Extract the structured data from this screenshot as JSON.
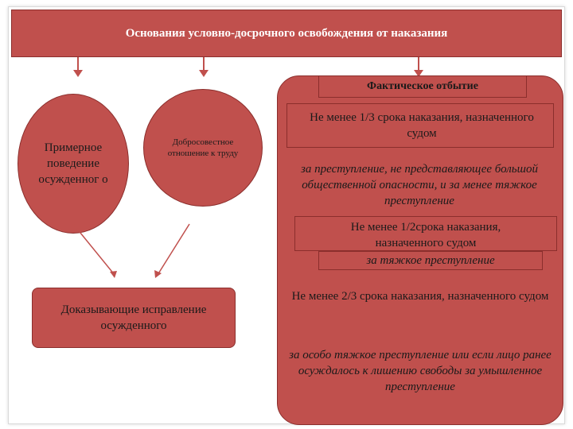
{
  "header": {
    "title": "Основания условно-досрочного освобождения от наказания"
  },
  "left": {
    "circle1": "Примерное поведение осужденног о",
    "circle2": "Добросовестное отношение к труду",
    "result": "Доказывающие исправление осужденного"
  },
  "right": {
    "title": "Фактическое отбытие",
    "item1": "Не менее 1/3 срока наказания, назначенного судом",
    "item1_note": "за преступление, не представляющее большой общественной опасности, и за менее тяжкое преступление",
    "item2": "Не менее 1/2срока наказания, назначенного судом",
    "item2_note": "за тяжкое преступление",
    "item3": "Не менее 2/3 срока наказания, назначенного судом",
    "item3_note": "за особо тяжкое преступление или если лицо ранее осуждалось к лишению свободы за умышленное преступление"
  },
  "colors": {
    "fill": "#c0504d",
    "border": "#8b2e2c"
  }
}
